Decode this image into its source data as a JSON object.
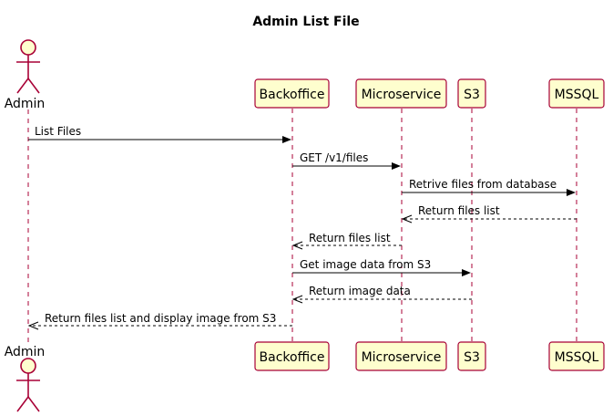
{
  "title": "Admin List File",
  "participants": {
    "admin": "Admin",
    "backoffice": "Backoffice",
    "microservice": "Microservice",
    "s3": "S3",
    "mssql": "MSSQL"
  },
  "messages": [
    {
      "from": "admin",
      "to": "backoffice",
      "label": "List Files",
      "kind": "sync"
    },
    {
      "from": "backoffice",
      "to": "microservice",
      "label": "GET /v1/files",
      "kind": "sync"
    },
    {
      "from": "microservice",
      "to": "mssql",
      "label": "Retrive files from database",
      "kind": "sync"
    },
    {
      "from": "mssql",
      "to": "microservice",
      "label": "Return files list",
      "kind": "reply"
    },
    {
      "from": "microservice",
      "to": "backoffice",
      "label": "Return files list",
      "kind": "reply"
    },
    {
      "from": "backoffice",
      "to": "s3",
      "label": "Get image data from S3",
      "kind": "sync"
    },
    {
      "from": "s3",
      "to": "backoffice",
      "label": "Return image data",
      "kind": "reply"
    },
    {
      "from": "backoffice",
      "to": "admin",
      "label": "Return files list and display image from S3",
      "kind": "reply"
    }
  ],
  "colors": {
    "participant_fill": "#fefece",
    "participant_border": "#a80036"
  }
}
